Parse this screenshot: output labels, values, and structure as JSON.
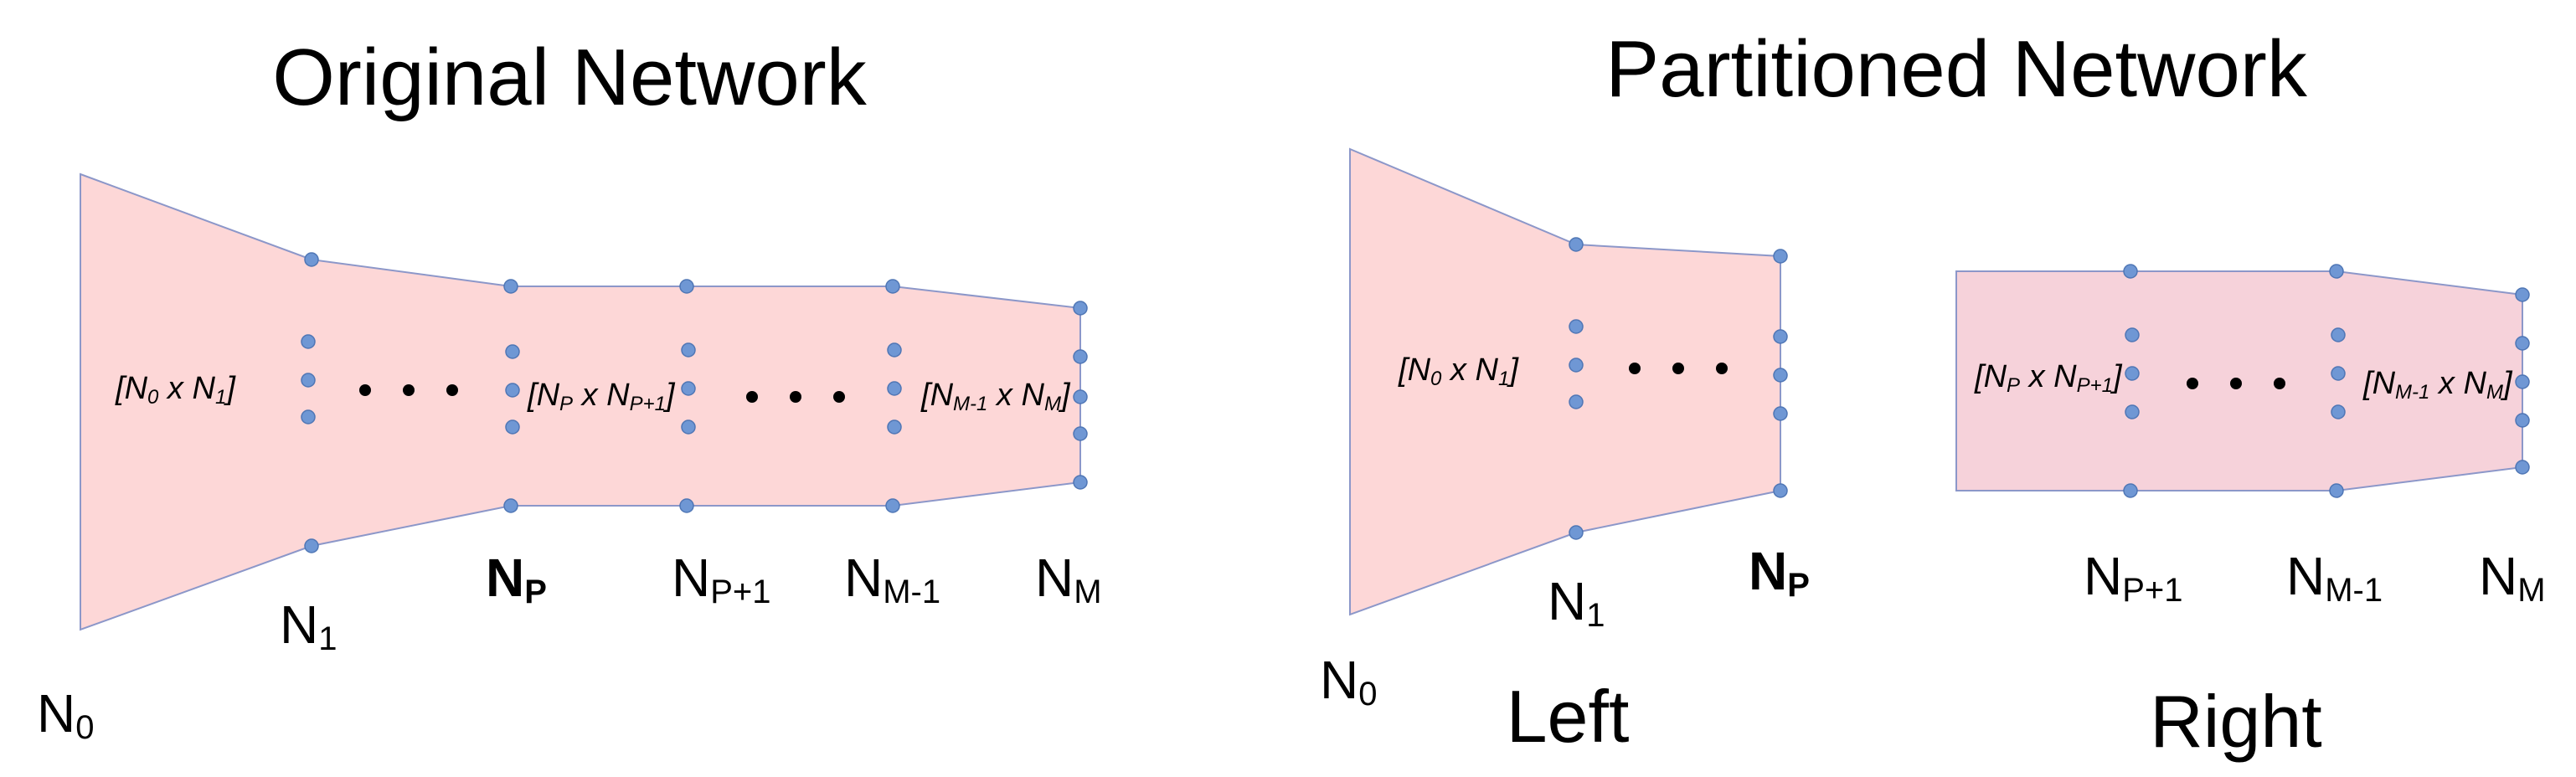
{
  "original": {
    "title": "Original Network",
    "matrices": {
      "first": {
        "base1": "N",
        "sub1": "0",
        "base2": "N",
        "sub2": "1"
      },
      "middle": {
        "base1": "N",
        "sub1": "P",
        "base2": "N",
        "sub2": "P+1"
      },
      "last": {
        "base1": "N",
        "sub1": "M-1",
        "base2": "N",
        "sub2": "M"
      }
    },
    "layer_labels": [
      {
        "base": "N",
        "sub": "0"
      },
      {
        "base": "N",
        "sub": "1"
      },
      {
        "base": "N",
        "sub": "P"
      },
      {
        "base": "N",
        "sub": "P+1"
      },
      {
        "base": "N",
        "sub": "M-1"
      },
      {
        "base": "N",
        "sub": "M"
      }
    ]
  },
  "partitioned": {
    "title": "Partitioned Network",
    "left": {
      "caption": "Left",
      "matrix": {
        "base1": "N",
        "sub1": "0",
        "base2": "N",
        "sub2": "1"
      },
      "layer_labels": [
        {
          "base": "N",
          "sub": "0"
        },
        {
          "base": "N",
          "sub": "1"
        },
        {
          "base": "N",
          "sub": "P"
        }
      ]
    },
    "right": {
      "caption": "Right",
      "matrices": {
        "first": {
          "base1": "N",
          "sub1": "P",
          "base2": "N",
          "sub2": "P+1"
        },
        "last": {
          "base1": "N",
          "sub1": "M-1",
          "base2": "N",
          "sub2": "M"
        }
      },
      "layer_labels": [
        {
          "base": "N",
          "sub": "P+1"
        },
        {
          "base": "N",
          "sub": "M-1"
        },
        {
          "base": "N",
          "sub": "M"
        }
      ]
    }
  },
  "colors": {
    "network_fill": "#fdd7d7",
    "node_fill": "#6f97d4",
    "outline": "#8c97c9"
  }
}
